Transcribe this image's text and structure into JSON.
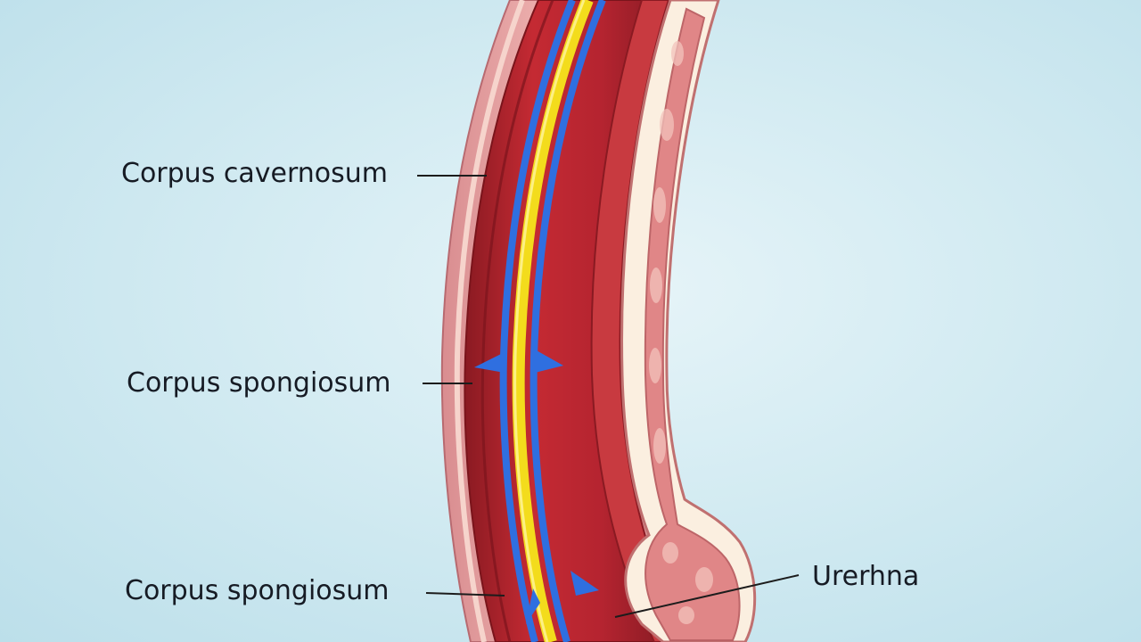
{
  "labels": {
    "corpus_cavernosum": "Corpus cavernosum",
    "corpus_spongiosum_middle": "Corpus spongiosum",
    "corpus_spongiosum_bottom": "Corpus spongiosum",
    "urethra": "Urerhna"
  },
  "colors": {
    "background": "#d3ebf2",
    "outer_skin": "#e8a2a2",
    "skin_stripe": "#f6d4cc",
    "cavernosum_red": "#b9232c",
    "cavernosum_dark": "#8a1a22",
    "blue_vessel": "#2f6fe0",
    "yellow_nerve": "#f3dc1c",
    "tissue_cream": "#fbefe0",
    "spongy_tissue": "#de7e80",
    "label_text": "#161b24",
    "leader_line": "#1c1c1c"
  }
}
